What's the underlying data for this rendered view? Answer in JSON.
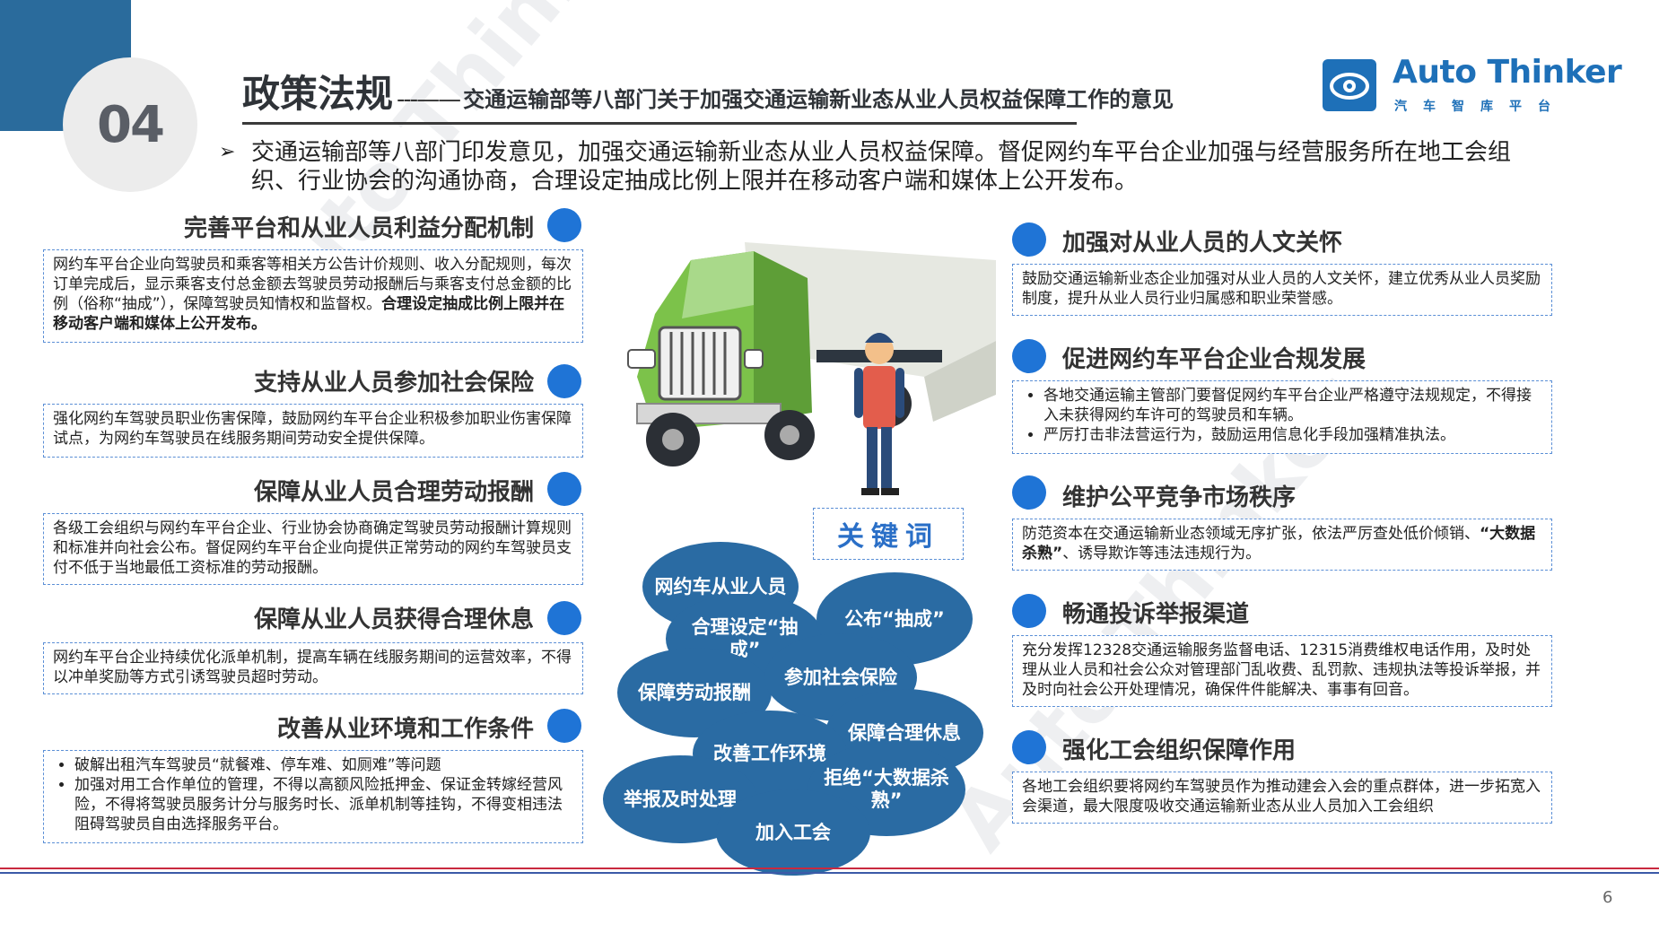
{
  "header": {
    "number": "04",
    "title_main": "政策法规",
    "title_dash": "---——",
    "title_sub": "交通运输部等八部门关于加强交通运输新业态从业人员权益保障工作的意见"
  },
  "logo": {
    "name": "Auto Thinker",
    "tagline": "汽车智库平台"
  },
  "intro": {
    "bullet": "➢",
    "text": "交通运输部等八部门印发意见，加强交通运输新业态从业人员权益保障。督促网约车平台企业加强与经营服务所在地工会组织、行业协会的沟通协商，合理设定抽成比例上限并在移动客户端和媒体上公开发布。"
  },
  "left_sections": [
    {
      "heading": "完善平台和从业人员利益分配机制",
      "body": "网约车平台企业向驾驶员和乘客等相关方公告计价规则、收入分配规则，每次订单完成后，显示乘客支付总金额去驾驶员劳动报酬后与乘客支付总金额的比例（俗称“抽成”），保障驾驶员知情权和监督权。",
      "body_bold": "合理设定抽成比例上限并在移动客户端和媒体上公开发布。"
    },
    {
      "heading": "支持从业人员参加社会保险",
      "body": "强化网约车驾驶员职业伤害保障，鼓励网约车平台企业积极参加职业伤害保障试点，为网约车驾驶员在线服务期间劳动安全提供保障。"
    },
    {
      "heading": "保障从业人员合理劳动报酬",
      "body": "各级工会组织与网约车平台企业、行业协会协商确定驾驶员劳动报酬计算规则和标准并向社会公布。督促网约车平台企业向提供正常劳动的网约车驾驶员支付不低于当地最低工资标准的劳动报酬。"
    },
    {
      "heading": "保障从业人员获得合理休息",
      "body": "网约车平台企业持续优化派单机制，提高车辆在线服务期间的运营效率，不得以冲单奖励等方式引诱驾驶员超时劳动。"
    },
    {
      "heading": "改善从业环境和工作条件",
      "items": [
        "破解出租汽车驾驶员“就餐难、停车难、如厕难”等问题",
        "加强对用工合作单位的管理，不得以高额风险抵押金、保证金转嫁经营风险，不得将驾驶员服务计分与服务时长、派单机制等挂钩，不得变相违法阻碍驾驶员自由选择服务平台。"
      ]
    }
  ],
  "right_sections": [
    {
      "heading": "加强对从业人员的人文关怀",
      "body": "鼓励交通运输新业态企业加强对从业人员的人文关怀，建立优秀从业人员奖励制度，提升从业人员行业归属感和职业荣誉感。"
    },
    {
      "heading": "促进网约车平台企业合规发展",
      "items": [
        "各地交通运输主管部门要督促网约车平台企业严格遵守法规规定，不得接入未获得网约车许可的驾驶员和车辆。",
        "严厉打击非法营运行为，鼓励运用信息化手段加强精准执法。"
      ]
    },
    {
      "heading": "维护公平竞争市场秩序",
      "body": "防范资本在交通运输新业态领域无序扩张，依法严厉查处低价倾销、",
      "body_bold": "“大数据杀熟”",
      "body_tail": "、诱导欺诈等违法违规行为。"
    },
    {
      "heading": "畅通投诉举报渠道",
      "body": "充分发挥12328交通运输服务监督电话、12315消费维权电话作用，及时处理从业人员和社会公众对管理部门乱收费、乱罚款、违规执法等投诉举报，并及时向社会公开处理情况，确保件件能解决、事事有回音。"
    },
    {
      "heading": "强化工会组织保障作用",
      "body": "各地工会组织要将网约车驾驶员作为推动建会入会的重点群体，进一步拓宽入会渠道，最大限度吸收交通运输新业态从业人员加入工会组织"
    }
  ],
  "keywords": {
    "title": "关键词",
    "bubbles": [
      "网约车从业人员",
      "合理设定“抽成”",
      "公布“抽成”",
      "保障劳动报酬",
      "参加社会保险",
      "保障合理休息",
      "改善工作环境",
      "举报及时处理",
      "拒绝“大数据杀熟”",
      "加入工会"
    ]
  },
  "watermark": "Auto Thinker",
  "page_number": "6",
  "colors": {
    "corner": "#2a6b9c",
    "accent_dot": "#1f74d6",
    "bubble": "#2a6ba3",
    "truck": "#7cc24a",
    "line_red": "#c9293f",
    "line_blue": "#3b5aa8"
  }
}
